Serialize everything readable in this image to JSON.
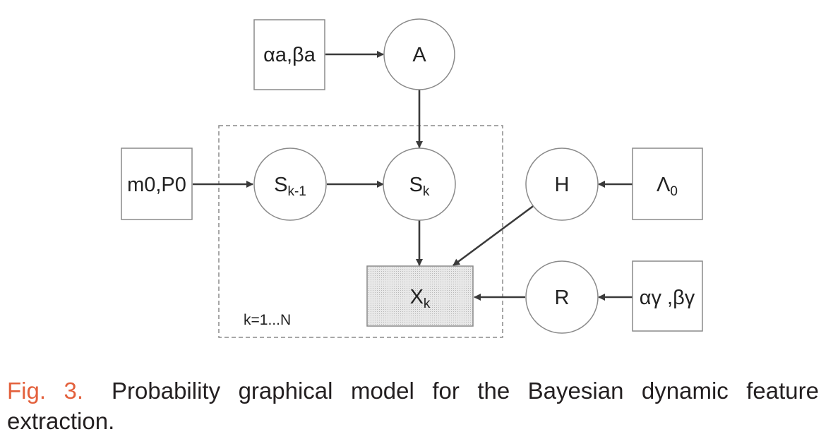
{
  "nodes": {
    "alpha_beta_a": {
      "main": "αa,βa"
    },
    "A": {
      "main": "A"
    },
    "m0_P0": {
      "main": "m0,P0"
    },
    "S_k_minus_1": {
      "main": "S",
      "sub": "k-1"
    },
    "S_k": {
      "main": "S",
      "sub": "k"
    },
    "H": {
      "main": "H"
    },
    "Lambda0": {
      "main": "Λ",
      "sub": "0"
    },
    "X_k": {
      "main": "X",
      "sub": "k"
    },
    "R": {
      "main": "R"
    },
    "alpha_beta_gamma": {
      "main": "αγ ,βγ"
    }
  },
  "plate_label": "k=1...N",
  "caption": {
    "label": "Fig. 3.",
    "text": "Probability graphical model for the Bayesian dynamic feature extraction."
  },
  "colors": {
    "caption_label": "#e3603c",
    "caption_text": "#231f20",
    "edge": "#3a3a3a",
    "node_border": "#8a8a8a"
  }
}
